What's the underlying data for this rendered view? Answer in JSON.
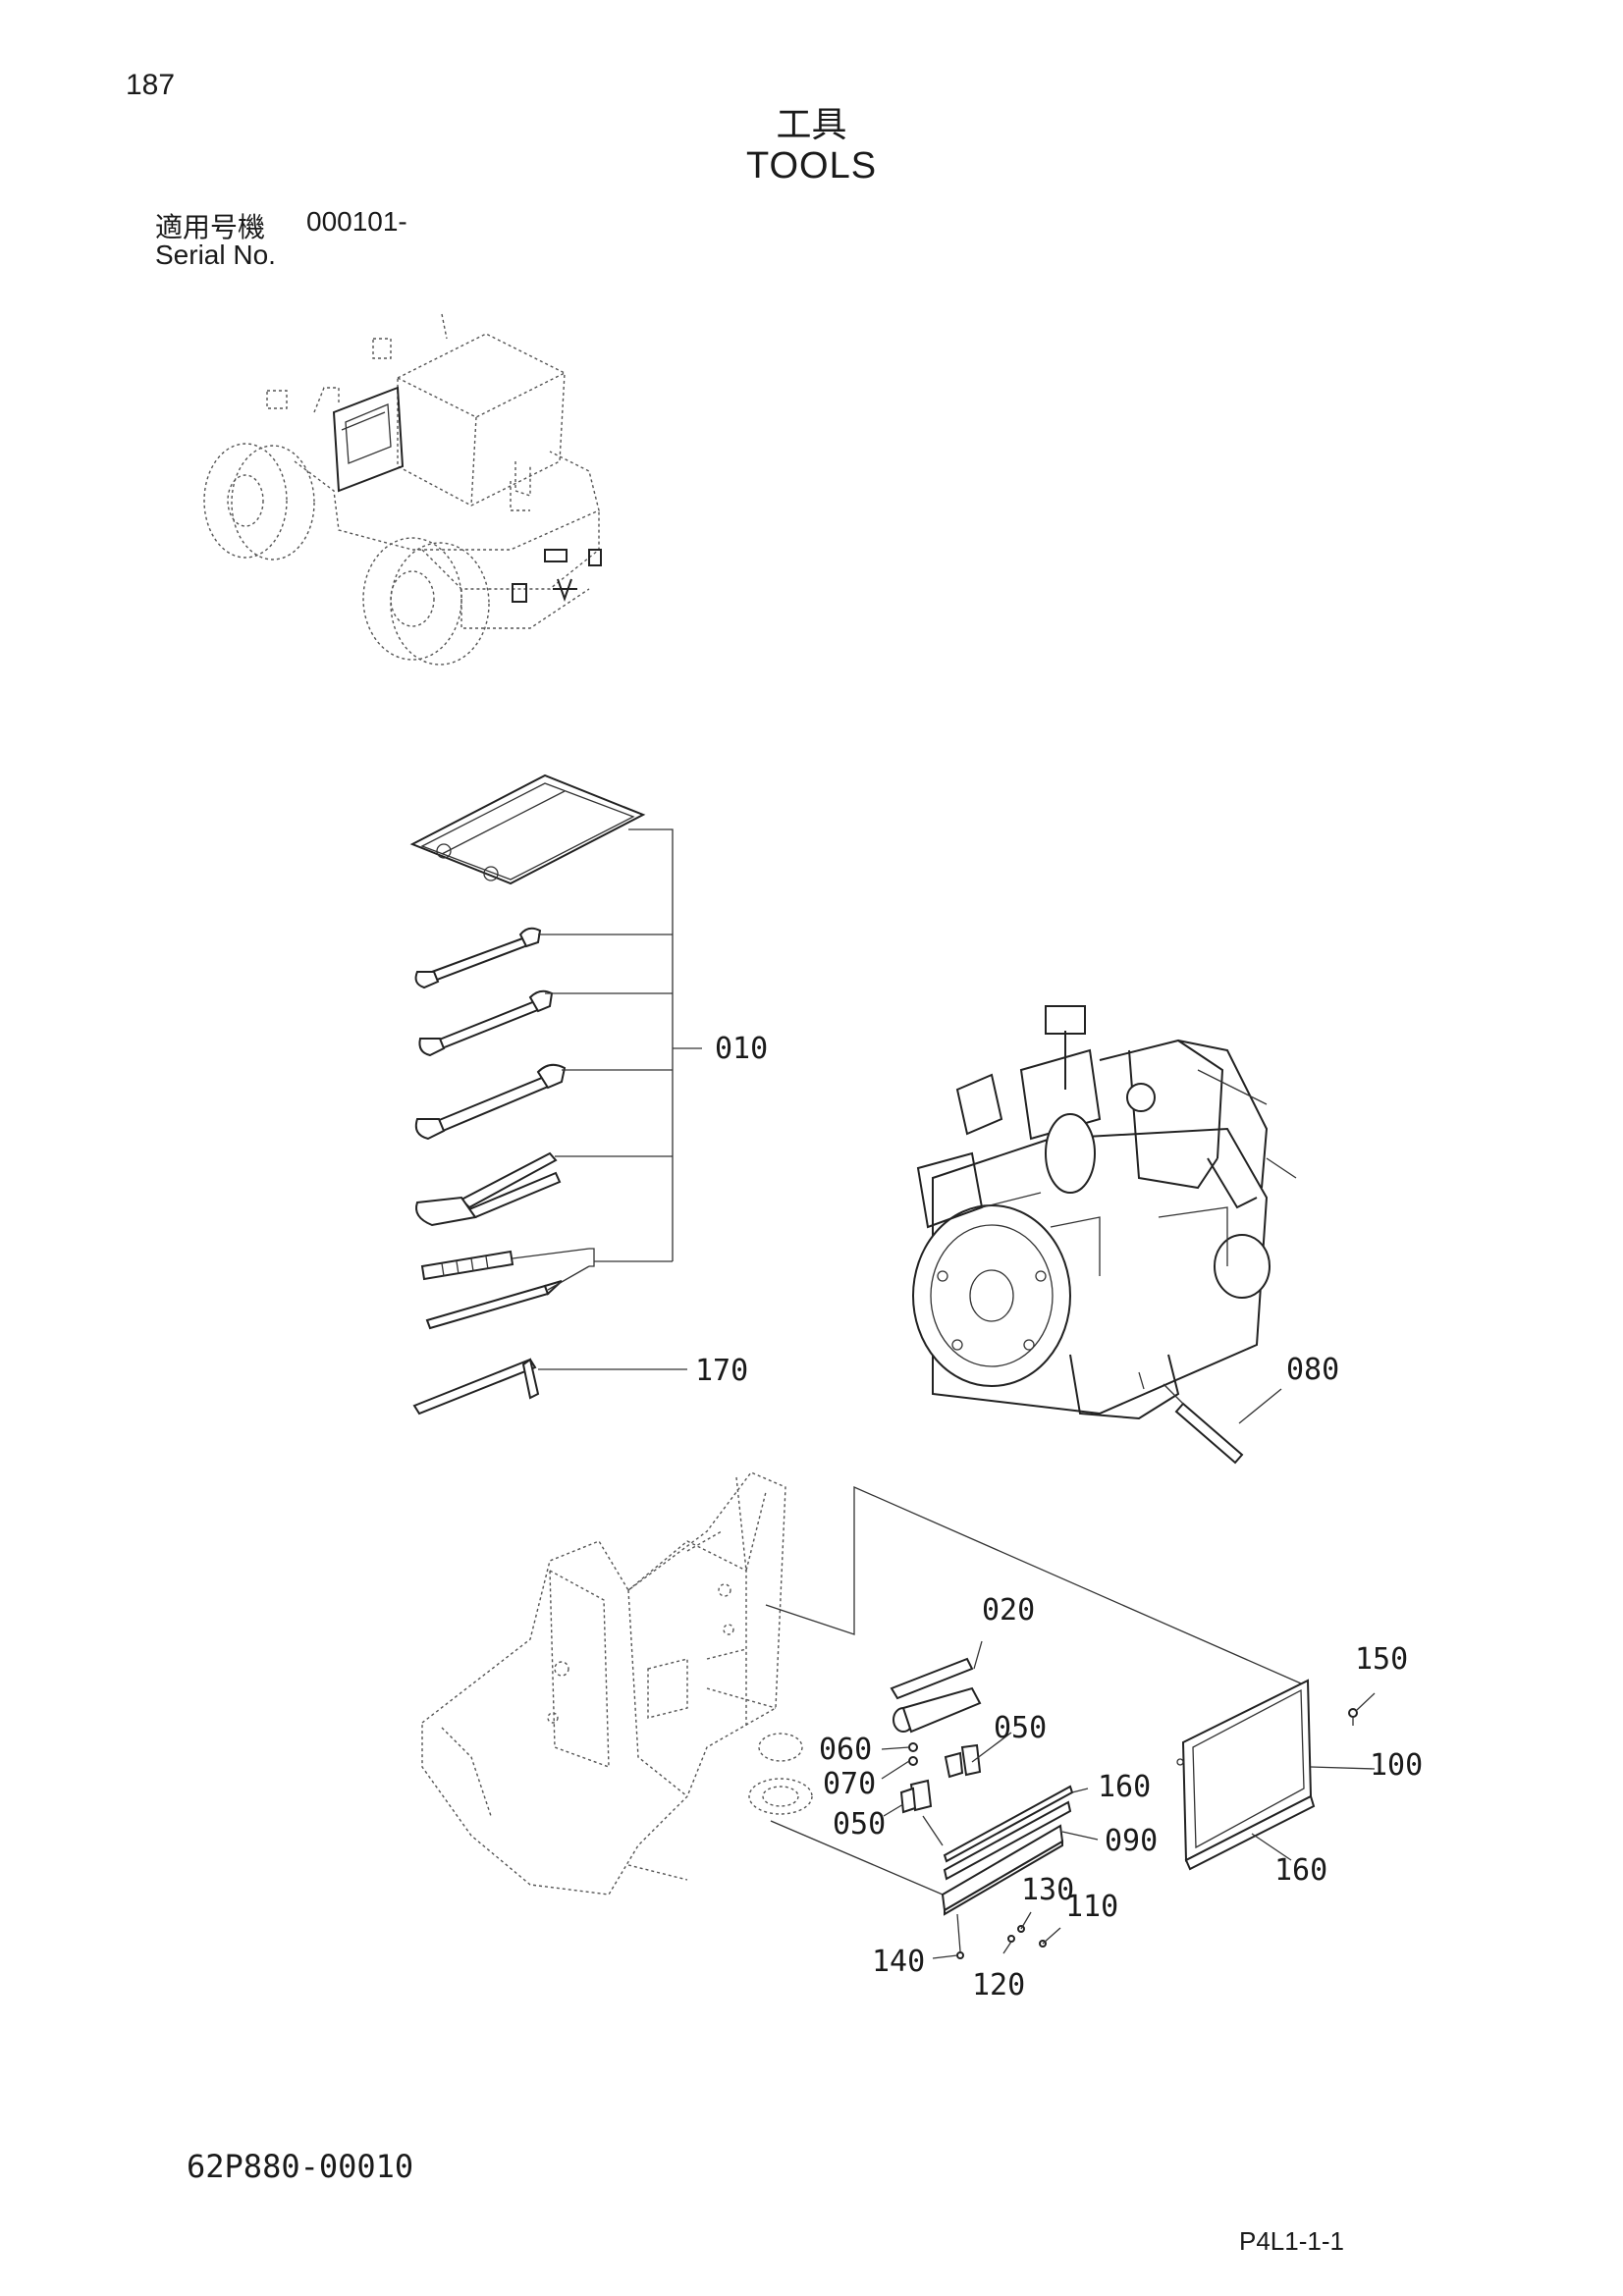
{
  "header": {
    "page_number": "187",
    "title_jp": "工具",
    "title_en": "TOOLS",
    "serial_label_jp": "適用号機",
    "serial_value": "000101-",
    "serial_label_en": "Serial No."
  },
  "callouts": [
    "010",
    "170",
    "080",
    "020",
    "150",
    "050",
    "060",
    "070",
    "160",
    "100",
    "050",
    "090",
    "160",
    "130",
    "110",
    "140",
    "120"
  ],
  "footer": {
    "drawing_number": "62P880-00010",
    "page_code": "P4L1-1-1"
  }
}
